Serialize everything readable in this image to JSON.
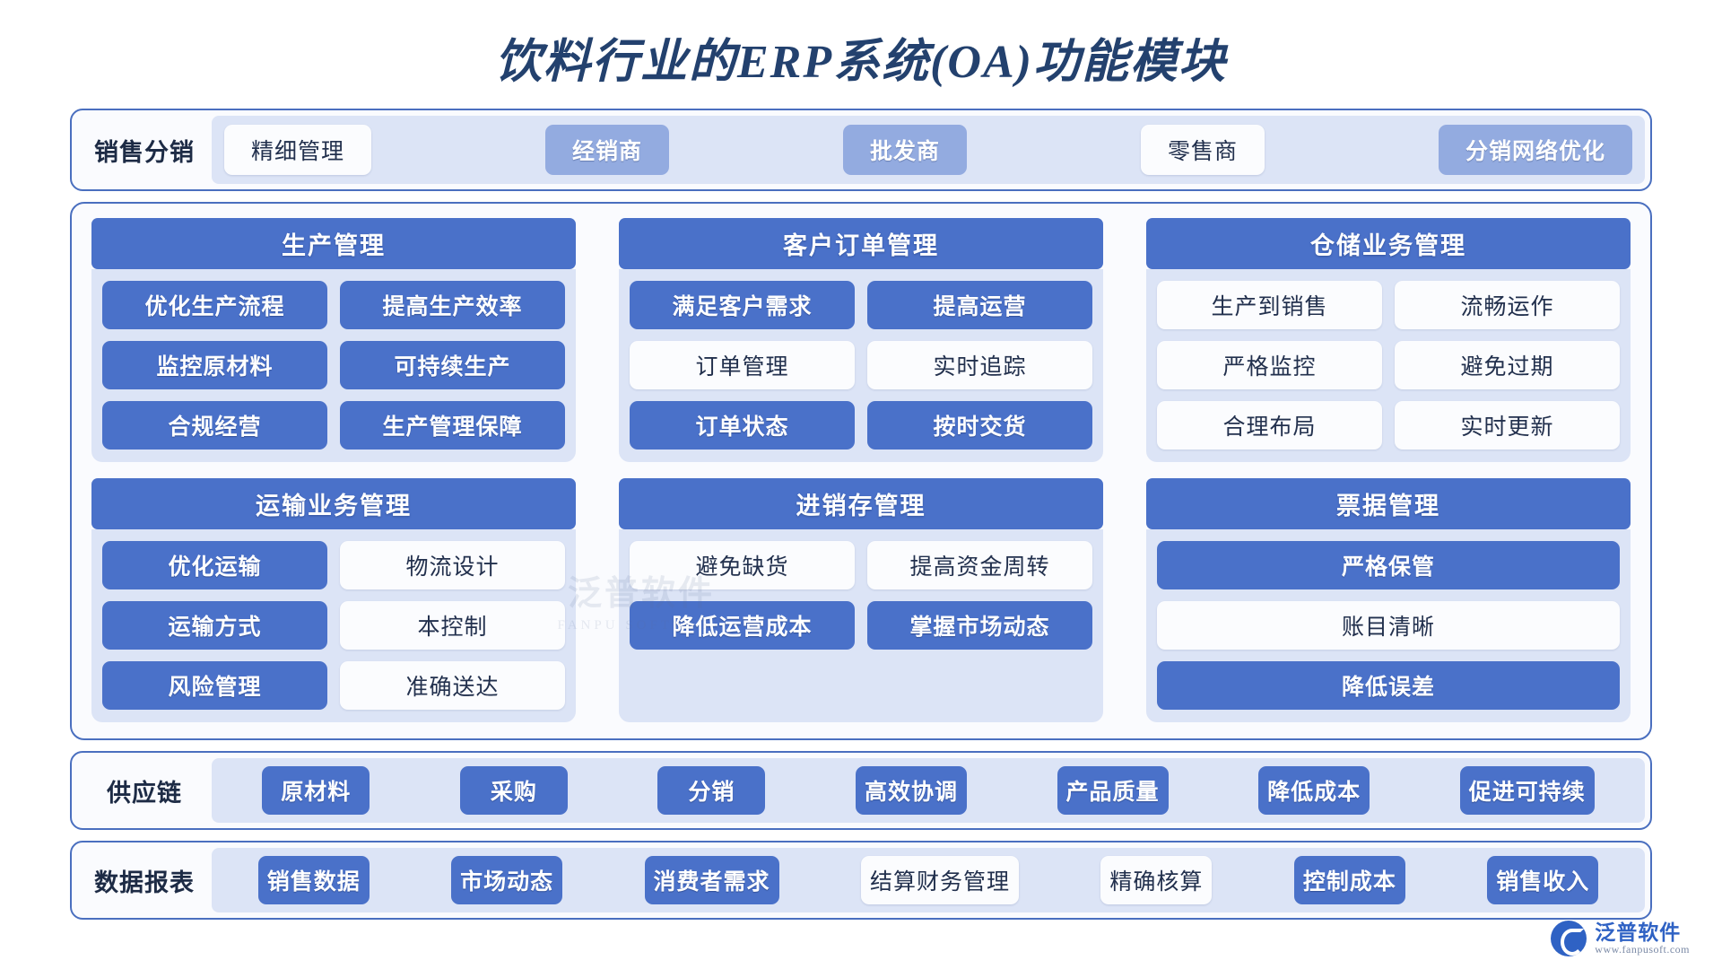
{
  "title": "饮料行业的ERP系统(OA)功能模块",
  "sales_row": {
    "label": "销售分销",
    "items": [
      {
        "text": "精细管理",
        "style": "light"
      },
      {
        "text": "经销商",
        "style": "soft"
      },
      {
        "text": "批发商",
        "style": "soft"
      },
      {
        "text": "零售商",
        "style": "light"
      },
      {
        "text": "分销网络优化",
        "style": "soft"
      }
    ]
  },
  "modules": [
    {
      "header": "生产管理",
      "layout": "pairs",
      "rows": [
        [
          {
            "text": "优化生产流程",
            "style": "solid"
          },
          {
            "text": "提高生产效率",
            "style": "solid"
          }
        ],
        [
          {
            "text": "监控原材料",
            "style": "solid"
          },
          {
            "text": "可持续生产",
            "style": "solid"
          }
        ],
        [
          {
            "text": "合规经营",
            "style": "solid"
          },
          {
            "text": "生产管理保障",
            "style": "solid"
          }
        ]
      ]
    },
    {
      "header": "客户订单管理",
      "layout": "pairs",
      "rows": [
        [
          {
            "text": "满足客户需求",
            "style": "solid"
          },
          {
            "text": "提高运营",
            "style": "solid"
          }
        ],
        [
          {
            "text": "订单管理",
            "style": "light"
          },
          {
            "text": "实时追踪",
            "style": "light"
          }
        ],
        [
          {
            "text": "订单状态",
            "style": "solid"
          },
          {
            "text": "按时交货",
            "style": "solid"
          }
        ]
      ]
    },
    {
      "header": "仓储业务管理",
      "layout": "pairs",
      "rows": [
        [
          {
            "text": "生产到销售",
            "style": "light"
          },
          {
            "text": "流畅运作",
            "style": "light"
          }
        ],
        [
          {
            "text": "严格监控",
            "style": "light"
          },
          {
            "text": "避免过期",
            "style": "light"
          }
        ],
        [
          {
            "text": "合理布局",
            "style": "light"
          },
          {
            "text": "实时更新",
            "style": "light"
          }
        ]
      ]
    },
    {
      "header": "运输业务管理",
      "layout": "pairs",
      "rows": [
        [
          {
            "text": "优化运输",
            "style": "solid"
          },
          {
            "text": "物流设计",
            "style": "light"
          }
        ],
        [
          {
            "text": "运输方式",
            "style": "solid"
          },
          {
            "text": "本控制",
            "style": "light"
          }
        ],
        [
          {
            "text": "风险管理",
            "style": "solid"
          },
          {
            "text": "准确送达",
            "style": "light"
          }
        ]
      ]
    },
    {
      "header": "进销存管理",
      "layout": "pairs",
      "rows": [
        [
          {
            "text": "避免缺货",
            "style": "light"
          },
          {
            "text": "提高资金周转",
            "style": "light"
          }
        ],
        [
          {
            "text": "降低运营成本",
            "style": "solid"
          },
          {
            "text": "掌握市场动态",
            "style": "solid"
          }
        ]
      ]
    },
    {
      "header": "票据管理",
      "layout": "stack",
      "items": [
        {
          "text": "严格保管",
          "style": "solid"
        },
        {
          "text": "账目清晰",
          "style": "light"
        },
        {
          "text": "降低误差",
          "style": "solid"
        }
      ]
    }
  ],
  "supply_chain": {
    "label": "供应链",
    "items": [
      {
        "text": "原材料",
        "style": "solid"
      },
      {
        "text": "采购",
        "style": "solid"
      },
      {
        "text": "分销",
        "style": "solid"
      },
      {
        "text": "高效协调",
        "style": "solid"
      },
      {
        "text": "产品质量",
        "style": "solid"
      },
      {
        "text": "降低成本",
        "style": "solid"
      },
      {
        "text": "促进可持续",
        "style": "solid"
      }
    ]
  },
  "data_reports": {
    "label": "数据报表",
    "items": [
      {
        "text": "销售数据",
        "style": "solid"
      },
      {
        "text": "市场动态",
        "style": "solid"
      },
      {
        "text": "消费者需求",
        "style": "solid"
      },
      {
        "text": "结算财务管理",
        "style": "light"
      },
      {
        "text": "精确核算",
        "style": "light"
      },
      {
        "text": "控制成本",
        "style": "solid"
      },
      {
        "text": "销售收入",
        "style": "solid"
      }
    ]
  },
  "watermark": {
    "center_main": "泛普软件",
    "center_sub": "FANPU SOFTWARE"
  },
  "logo": {
    "name": "泛普软件",
    "url": "www.fanpusoft.com"
  },
  "colors": {
    "accent": "#4a71c9",
    "accent_soft": "#93abe0",
    "track": "#dce4f6",
    "title": "#23416e",
    "border": "#4a6fbf"
  }
}
